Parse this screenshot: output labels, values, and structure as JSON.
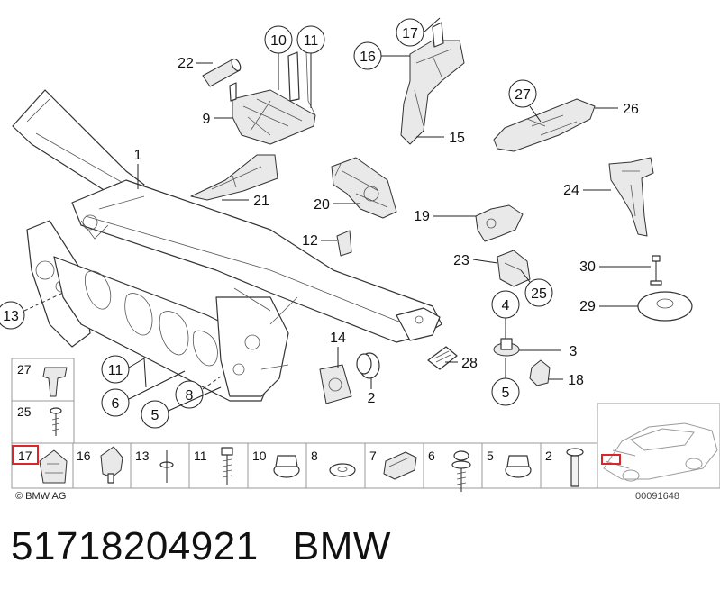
{
  "diagram": {
    "callouts": {
      "c1": "1",
      "c2": "2",
      "c3": "3",
      "c4": "4",
      "c5a": "5",
      "c5b": "5",
      "c6": "6",
      "c8": "8",
      "c9": "9",
      "c10": "10",
      "c11a": "11",
      "c11b": "11",
      "c12": "12",
      "c13": "13",
      "c14": "14",
      "c15": "15",
      "c16": "16",
      "c17": "17",
      "c18": "18",
      "c19": "19",
      "c20": "20",
      "c21": "21",
      "c22": "22",
      "c23": "23",
      "c24": "24",
      "c25": "25",
      "c26": "26",
      "c27": "27",
      "c28": "28",
      "c29": "29",
      "c30": "30"
    },
    "legend_left": {
      "l27": "27",
      "l25": "25"
    },
    "legend_row": [
      "17",
      "16",
      "13",
      "11",
      "10",
      "8",
      "7",
      "6",
      "5",
      "2"
    ],
    "copyright": "© BMW AG",
    "image_number": "00091648"
  },
  "footer": {
    "part_number": "51718204921",
    "brand": "BMW"
  },
  "colors": {
    "highlight": "#d9262b",
    "ink": "#222222",
    "grid": "#999999"
  }
}
